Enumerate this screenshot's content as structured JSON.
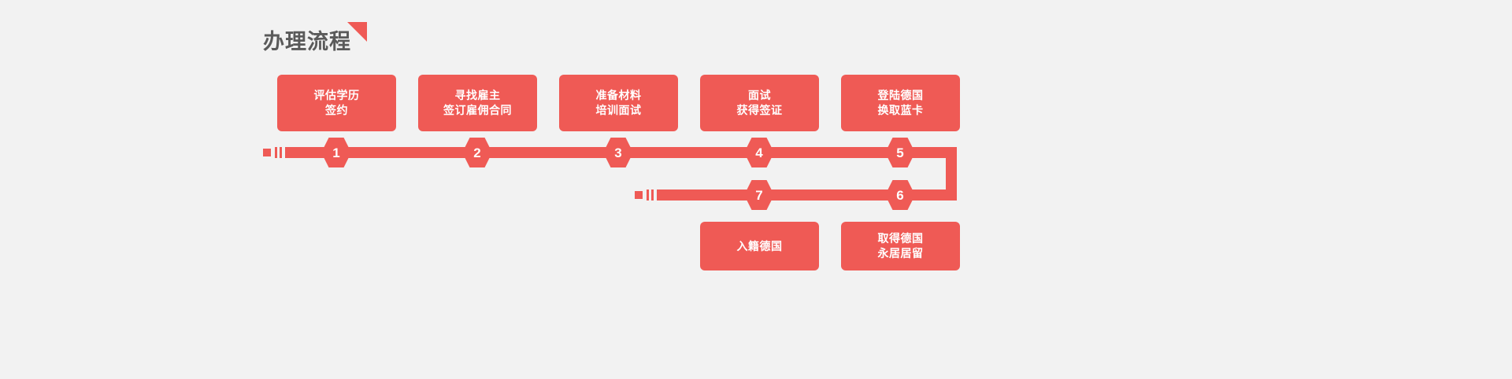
{
  "page": {
    "background_color": "#f2f2f2",
    "accent_color": "#ef5a55",
    "title_color": "#5a5a5a"
  },
  "header": {
    "title": "办理流程",
    "accent_icon": "triangle-accent"
  },
  "flow": {
    "row1": {
      "steps": [
        {
          "number": "1",
          "lines": [
            "评估学历",
            "签约"
          ]
        },
        {
          "number": "2",
          "lines": [
            "寻找雇主",
            "签订雇佣合同"
          ]
        },
        {
          "number": "3",
          "lines": [
            "准备材料",
            "培训面试"
          ]
        },
        {
          "number": "4",
          "lines": [
            "面试",
            "获得签证"
          ]
        },
        {
          "number": "5",
          "lines": [
            "登陆德国",
            "换取蓝卡"
          ]
        }
      ]
    },
    "row2": {
      "steps": [
        {
          "number": "7",
          "lines": [
            "入籍德国"
          ]
        },
        {
          "number": "6",
          "lines": [
            "取得德国",
            "永居居留"
          ]
        }
      ]
    }
  }
}
